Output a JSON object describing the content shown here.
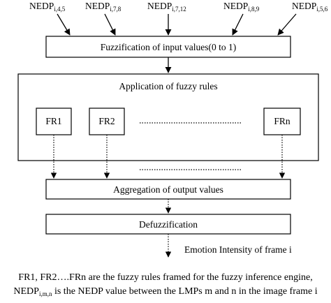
{
  "inputs": [
    {
      "base": "NEDP",
      "sub": "i,4,5"
    },
    {
      "base": "NEDP",
      "sub": "i,7,8"
    },
    {
      "base": "NEDP",
      "sub": "i,7,12"
    },
    {
      "base": "NEDP",
      "sub": "i,8,9"
    },
    {
      "base": "NEDP",
      "sub": "i,5,6"
    }
  ],
  "fuzzification_label": "Fuzzification of input values(0 to 1)",
  "rules_label": "Application of fuzzy rules",
  "rules": [
    "FR1",
    "FR2",
    "FRn"
  ],
  "aggregation_label": "Aggregation of output values",
  "defuzzification_label": "Defuzzification",
  "output_label": "Emotion Intensity of frame i",
  "caption": {
    "line1": "FR1, FR2….FRn are the fuzzy rules framed for the fuzzy inference engine,",
    "line2_base": "NEDP",
    "line2_sub": "i,m,n",
    "line2_rest": " is the NEDP value between the LMPs m and n in the image frame i"
  }
}
